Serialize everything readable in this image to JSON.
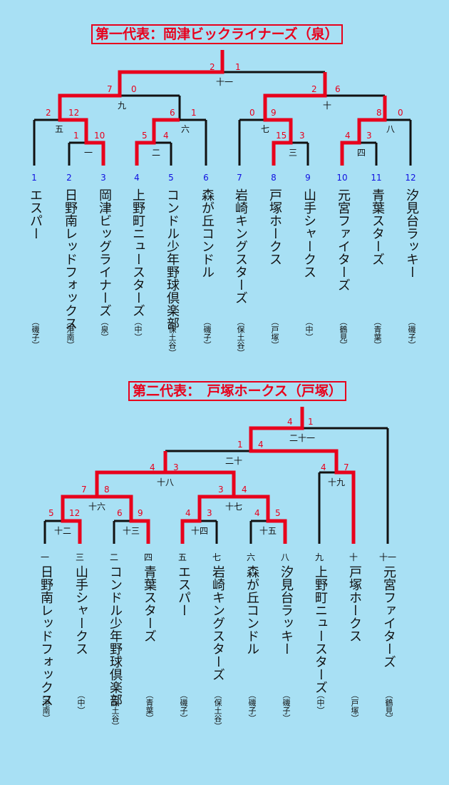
{
  "b1": {
    "title": "第一代表：岡津ビックライナーズ（泉）",
    "teams": [
      {
        "seed": "1",
        "name": "エスパー",
        "area": "（磯子）"
      },
      {
        "seed": "2",
        "name": "日野南レッドフォックス",
        "area": "（港南）"
      },
      {
        "seed": "3",
        "name": "岡津ビッグライナーズ",
        "area": "（泉）"
      },
      {
        "seed": "4",
        "name": "上野町ニュースターズ",
        "area": "（中）"
      },
      {
        "seed": "5",
        "name": "コンドル少年野球倶楽部",
        "area": "（保土谷）"
      },
      {
        "seed": "6",
        "name": "森が丘コンドル",
        "area": "（磯子）"
      },
      {
        "seed": "7",
        "name": "岩崎キングスターズ",
        "area": "（保土谷）"
      },
      {
        "seed": "8",
        "name": "戸塚ホークス",
        "area": "（戸塚）"
      },
      {
        "seed": "9",
        "name": "山手シャークス",
        "area": "（中）"
      },
      {
        "seed": "10",
        "name": "元宮ファイターズ",
        "area": "（鶴見）"
      },
      {
        "seed": "11",
        "name": "青葉スターズ",
        "area": "（青葉）"
      },
      {
        "seed": "12",
        "name": "汐見台ラッキー",
        "area": "（磯子）"
      }
    ],
    "games": [
      {
        "no": "一",
        "l": "1",
        "r": "10"
      },
      {
        "no": "二",
        "l": "5",
        "r": "4"
      },
      {
        "no": "三",
        "l": "15",
        "r": "3"
      },
      {
        "no": "四",
        "l": "4",
        "r": "3"
      },
      {
        "no": "五",
        "l": "2",
        "r": "12"
      },
      {
        "no": "六",
        "l": "6",
        "r": "1"
      },
      {
        "no": "七",
        "l": "0",
        "r": "9"
      },
      {
        "no": "八",
        "l": "8",
        "r": "0"
      },
      {
        "no": "九",
        "l": "7",
        "r": "0"
      },
      {
        "no": "十",
        "l": "2",
        "r": "6"
      },
      {
        "no": "十一",
        "l": "2",
        "r": "1"
      }
    ]
  },
  "b2": {
    "title": "第二代表：　戸塚ホークス（戸塚）",
    "teams": [
      {
        "seed": "一",
        "name": "日野南レッドフォックス",
        "area": "（港南）"
      },
      {
        "seed": "三",
        "name": "山手シャークス",
        "area": "（中）"
      },
      {
        "seed": "二",
        "name": "コンドル少年野球倶楽部",
        "area": "（保土谷）"
      },
      {
        "seed": "四",
        "name": "青葉スターズ",
        "area": "（青葉）"
      },
      {
        "seed": "五",
        "name": "エスパー",
        "area": "（磯子）"
      },
      {
        "seed": "七",
        "name": "岩崎キングスターズ",
        "area": "（保土谷）"
      },
      {
        "seed": "六",
        "name": "森が丘コンドル",
        "area": "（磯子）"
      },
      {
        "seed": "八",
        "name": "汐見台ラッキー",
        "area": "（磯子）"
      },
      {
        "seed": "九",
        "name": "上野町ニュースターズ",
        "area": "（中）"
      },
      {
        "seed": "十",
        "name": "戸塚ホークス",
        "area": "（戸塚）"
      },
      {
        "seed": "十一",
        "name": "元宮ファイターズ",
        "area": "（鶴見）"
      }
    ],
    "games": [
      {
        "no": "十二",
        "l": "5",
        "r": "12"
      },
      {
        "no": "十三",
        "l": "6",
        "r": "9"
      },
      {
        "no": "十四",
        "l": "4",
        "r": "3"
      },
      {
        "no": "十五",
        "l": "4",
        "r": "5"
      },
      {
        "no": "十六",
        "l": "7",
        "r": "8"
      },
      {
        "no": "十七",
        "l": "3",
        "r": "4"
      },
      {
        "no": "十八",
        "l": "4",
        "r": "3"
      },
      {
        "no": "十九",
        "l": "4",
        "r": "7"
      },
      {
        "no": "二十",
        "l": "1",
        "r": "4"
      },
      {
        "no": "二十一",
        "l": "4",
        "r": "1"
      }
    ]
  }
}
